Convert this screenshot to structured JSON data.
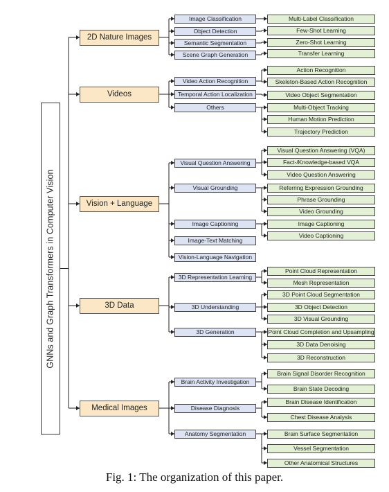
{
  "root": "GNNs and Graph Transformers in Computer Vision",
  "caption": "Fig. 1: The organization of this paper.",
  "categories": [
    {
      "label": "2D Nature Images",
      "subs": [
        {
          "label": "Image Classification",
          "leaves": [
            "Multi-Label Classification"
          ]
        },
        {
          "label": "Object Detection",
          "leaves": [
            "Few-Shot Learning"
          ]
        },
        {
          "label": "Semantic Segmentation",
          "leaves": [
            "Zero-Shot Learning"
          ]
        },
        {
          "label": "Scene Graph Generation",
          "leaves": [
            "Transfer Learning"
          ]
        }
      ]
    },
    {
      "label": "Videos",
      "subs": [
        {
          "label": "Video Action Recognition",
          "leaves": [
            "Action Recognition",
            "Skeleton-Based Action Recognition"
          ]
        },
        {
          "label": "Temporal Action Localization",
          "leaves": [
            "Video Object Segmentation"
          ]
        },
        {
          "label": "Others",
          "leaves": [
            "Multi-Object Tracking",
            "Human Motion Prediction",
            "Trajectory Prediction"
          ]
        }
      ]
    },
    {
      "label": "Vision + Language",
      "subs": [
        {
          "label": "Visual Question Answering",
          "leaves": [
            "Visual Question Answering (VQA)",
            "Fact-/Knowledge-based VQA",
            "Video Question Answering"
          ]
        },
        {
          "label": "Visual Grounding",
          "leaves": [
            "Referring Expression Grounding",
            "Phrase Grounding",
            "Video Grounding"
          ]
        },
        {
          "label": "Image Captioning",
          "leaves": [
            "Image Captioning",
            "Video Captioning"
          ]
        },
        {
          "label": "Image-Text Matching",
          "leaves": []
        },
        {
          "label": "Vision-Language Navigation",
          "leaves": []
        }
      ]
    },
    {
      "label": "3D Data",
      "subs": [
        {
          "label": "3D Representation Learning",
          "leaves": [
            "Point Cloud Representation",
            "Mesh Representation"
          ]
        },
        {
          "label": "3D Understanding",
          "leaves": [
            "3D Point Cloud Segmentation",
            "3D Object Detection",
            "3D Visual Grounding"
          ]
        },
        {
          "label": "3D Generation",
          "leaves": [
            "Point Cloud Completion and Upsampling",
            "3D Data Denoising",
            "3D Reconstruction"
          ]
        }
      ]
    },
    {
      "label": "Medical Images",
      "subs": [
        {
          "label": "Brain Activity Investigation",
          "leaves": [
            "Brain Signal Disorder Recognition",
            "Brain State Decoding"
          ]
        },
        {
          "label": "Disease Diagnosis",
          "leaves": [
            "Brain Disease Identification",
            "Chest Disease Analysis"
          ]
        },
        {
          "label": "Anatomy Segmentation",
          "leaves": [
            "Brain Surface Segmentation",
            "Vessel Segmentation",
            "Other Anatomical Structures"
          ]
        }
      ]
    }
  ]
}
